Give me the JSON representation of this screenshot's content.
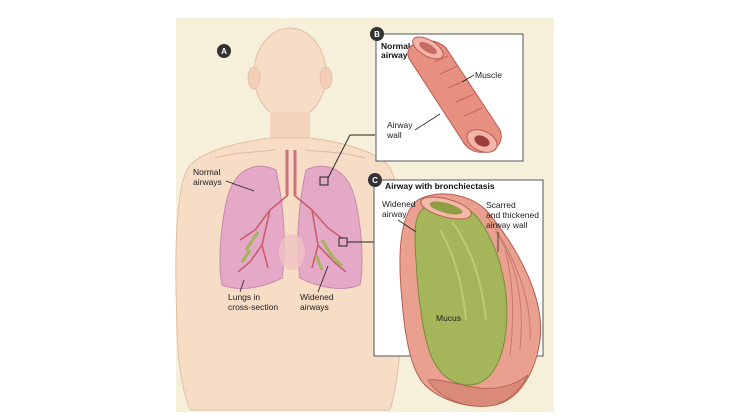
{
  "panel_a": {
    "badge": "A",
    "labels": {
      "normal_airways_1": "Normal",
      "normal_airways_2": "airways",
      "lungs_1": "Lungs in",
      "lungs_2": "cross-section",
      "widened_1": "Widened",
      "widened_2": "airways"
    }
  },
  "panel_b": {
    "badge": "B",
    "title_1": "Normal",
    "title_2": "airway",
    "muscle": "Muscle",
    "wall_1": "Airway",
    "wall_2": "wall"
  },
  "panel_c": {
    "badge": "C",
    "title": "Airway with bronchiectasis",
    "widened_1": "Widened",
    "widened_2": "airway",
    "scarred_1": "Scarred",
    "scarred_2": "and thickened",
    "scarred_3": "airway wall",
    "mucus": "Mucus"
  },
  "colors": {
    "background_panel": "#f6efd9",
    "skin": "#f7dcc6",
    "lung": "#e4a9c7",
    "airway": "#e8907f",
    "mucus": "#a5b55a",
    "badge": "#333333"
  }
}
